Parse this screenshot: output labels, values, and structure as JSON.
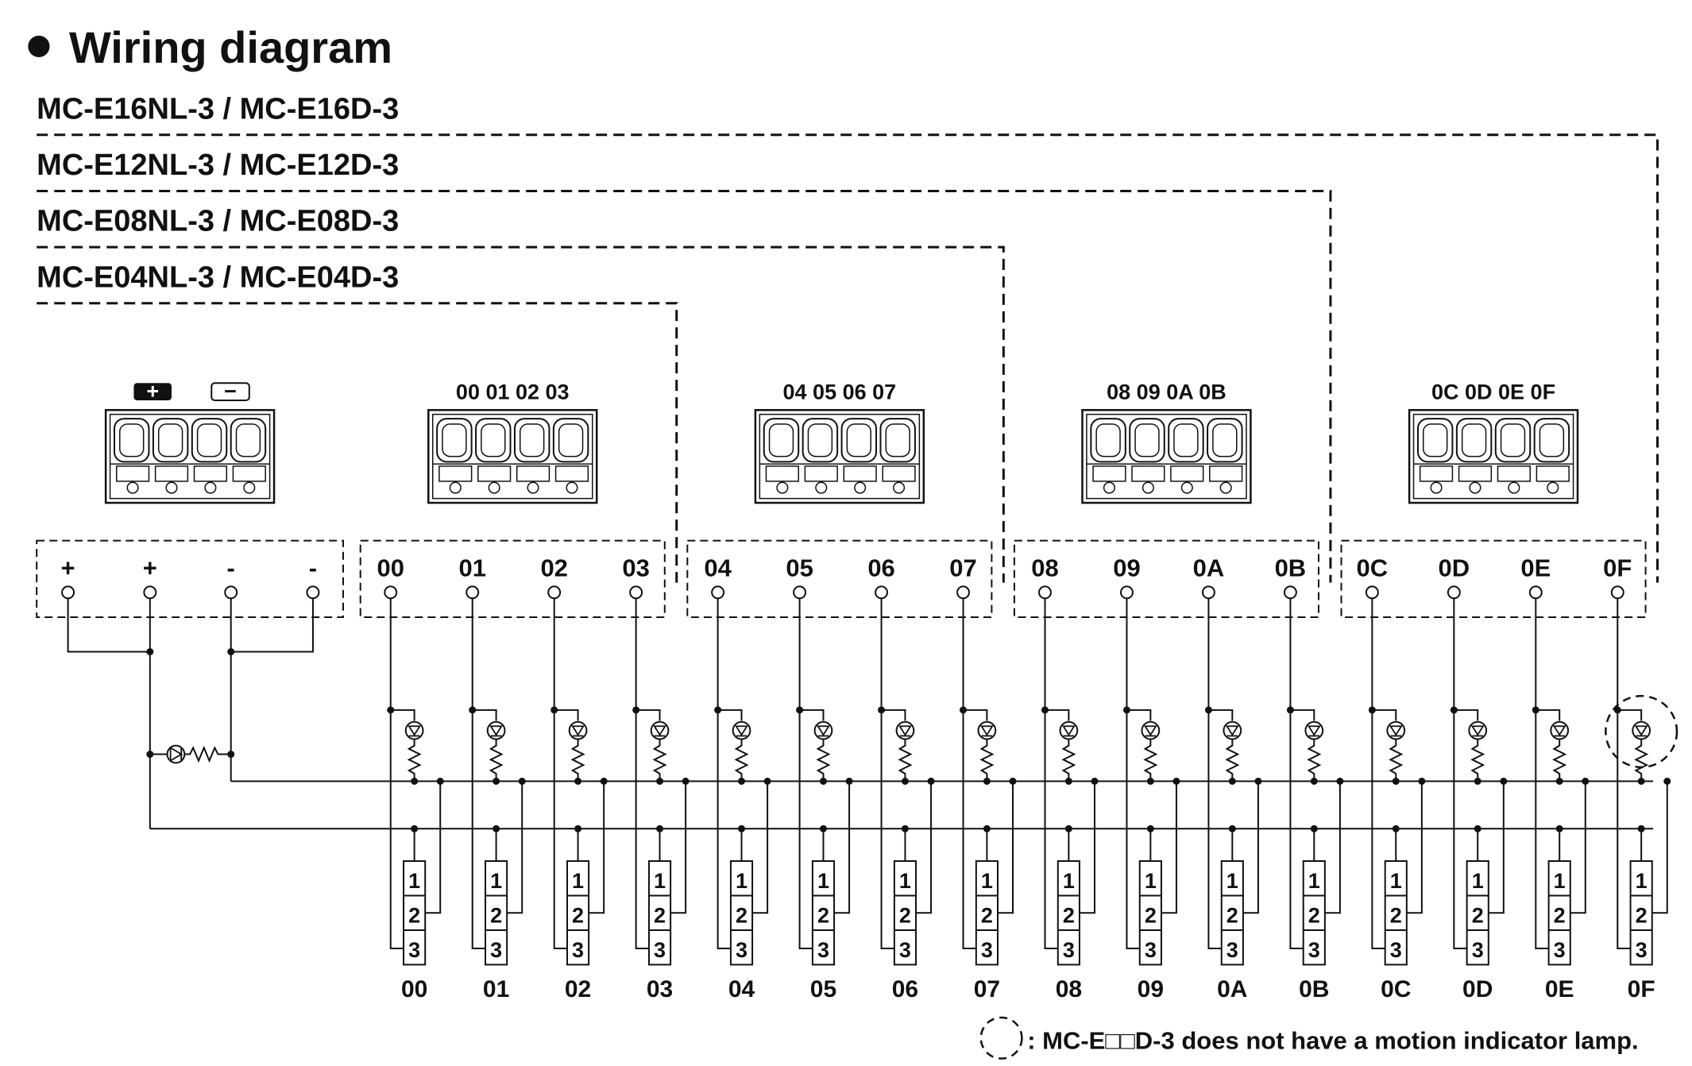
{
  "heading": {
    "title": "Wiring diagram"
  },
  "models": [
    "MC-E16NL-3 / MC-E16D-3",
    "MC-E12NL-3 / MC-E12D-3",
    "MC-E08NL-3 / MC-E08D-3",
    "MC-E04NL-3 / MC-E04D-3"
  ],
  "power_polarity": [
    "+",
    "−"
  ],
  "power_terminals": [
    "+",
    "+",
    "-",
    "-"
  ],
  "groups": [
    {
      "connector_label": "00  01  02  03",
      "terminals": [
        "00",
        "01",
        "02",
        "03"
      ]
    },
    {
      "connector_label": "04  05  06  07",
      "terminals": [
        "04",
        "05",
        "06",
        "07"
      ]
    },
    {
      "connector_label": "08  09  0A  0B",
      "terminals": [
        "08",
        "09",
        "0A",
        "0B"
      ]
    },
    {
      "connector_label": "0C  0D  0E  0F",
      "terminals": [
        "0C",
        "0D",
        "0E",
        "0F"
      ]
    }
  ],
  "output_pins": [
    "1",
    "2",
    "3"
  ],
  "outputs": [
    "00",
    "01",
    "02",
    "03",
    "04",
    "05",
    "06",
    "07",
    "08",
    "09",
    "0A",
    "0B",
    "0C",
    "0D",
    "0E",
    "0F"
  ],
  "note": ": MC-E□□D-3 does not have a motion indicator lamp."
}
